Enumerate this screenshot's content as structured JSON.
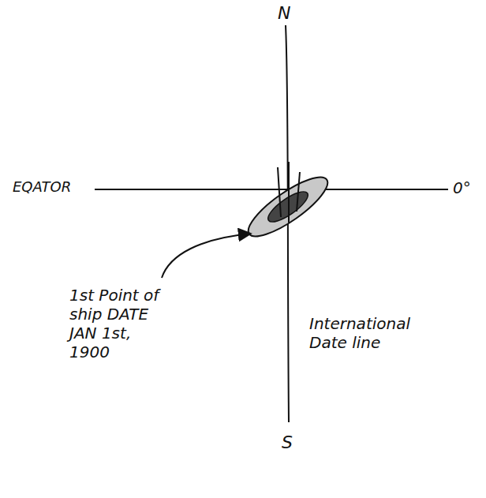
{
  "diagram": {
    "labels": [
      "N",
      "EQATOR",
      "0°",
      "1st Point of ship DATE JAN 1st, 1900",
      "International Date line",
      "S"
    ]
  }
}
